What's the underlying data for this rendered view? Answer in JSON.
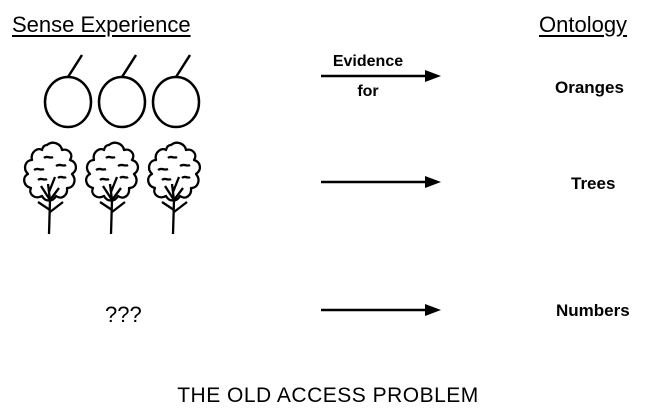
{
  "headers": {
    "left": "Sense Experience",
    "right": "Ontology"
  },
  "arrow_label": {
    "line1": "Evidence",
    "line2": "for"
  },
  "rows": [
    {
      "source_icon": "orange-icon",
      "target": "Oranges"
    },
    {
      "source_icon": "tree-icon",
      "target": "Trees"
    },
    {
      "source_text": "???",
      "target": "Numbers"
    }
  ],
  "footer": "THE OLD ACCESS PROBLEM",
  "colors": {
    "ink": "#000000",
    "background": "#ffffff"
  }
}
